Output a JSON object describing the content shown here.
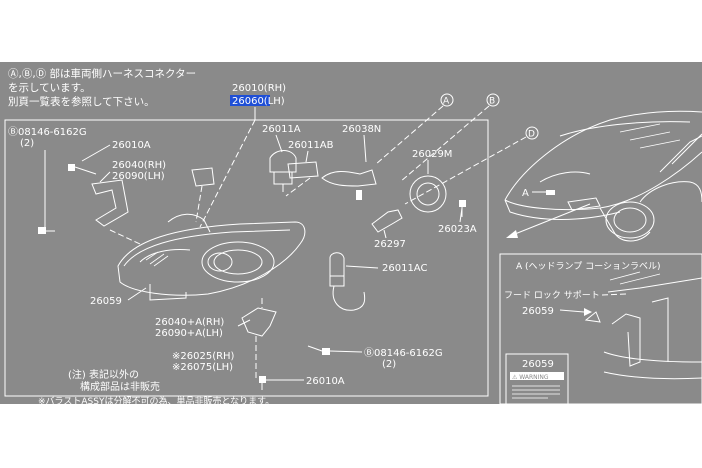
{
  "notes": {
    "line1": "Ⓐ,Ⓑ,Ⓓ 部は車両側ハーネスコネクター",
    "line2": "を示しています。",
    "line3": "別頁一覧表を参照して下さい。",
    "footnote1": "(注) 表記以外の",
    "footnote2": "構成部品は非販売",
    "bottom": "※バラストASSYは分解不可の為、単品非販売となります。"
  },
  "markers": {
    "a": "Ⓐ",
    "b": "Ⓑ",
    "d": "Ⓓ"
  },
  "parts": {
    "assy_rh": "26010(RH)",
    "assy_lh": "26060(LH)",
    "bolt_top": "Ⓑ08146-6162G",
    "bolt_top_qty": "(2)",
    "bracket_top": "26010A",
    "stay_rh": "26040(RH)",
    "stay_lh": "26090(LH)",
    "bulb_main": "26011A",
    "bulb_sub": "26011AB",
    "socket": "26038N",
    "cap": "26029M",
    "ballast_conn": "26297",
    "screw": "26023A",
    "bulb_small": "26011AC",
    "housing": "26059",
    "stay_a_rh": "26040+A(RH)",
    "stay_a_lh": "26090+A(LH)",
    "lower_rh": "※26025(RH)",
    "lower_lh": "※26075(LH)",
    "bolt_bottom": "Ⓑ08146-6162G",
    "bolt_bottom_qty": "(2)",
    "bracket_bottom": "26010A"
  },
  "car_view": {
    "label_a": "A"
  },
  "inset": {
    "title": "A (ヘッドランプ コーションラベル)",
    "support_label": "フード ロック サポート",
    "part": "26059",
    "label_part": "26059",
    "label_text": "⚠ WARNING"
  },
  "colors": {
    "panel": "#8a8a8a",
    "line": "#ffffff",
    "highlight": "#1f4fd6"
  }
}
